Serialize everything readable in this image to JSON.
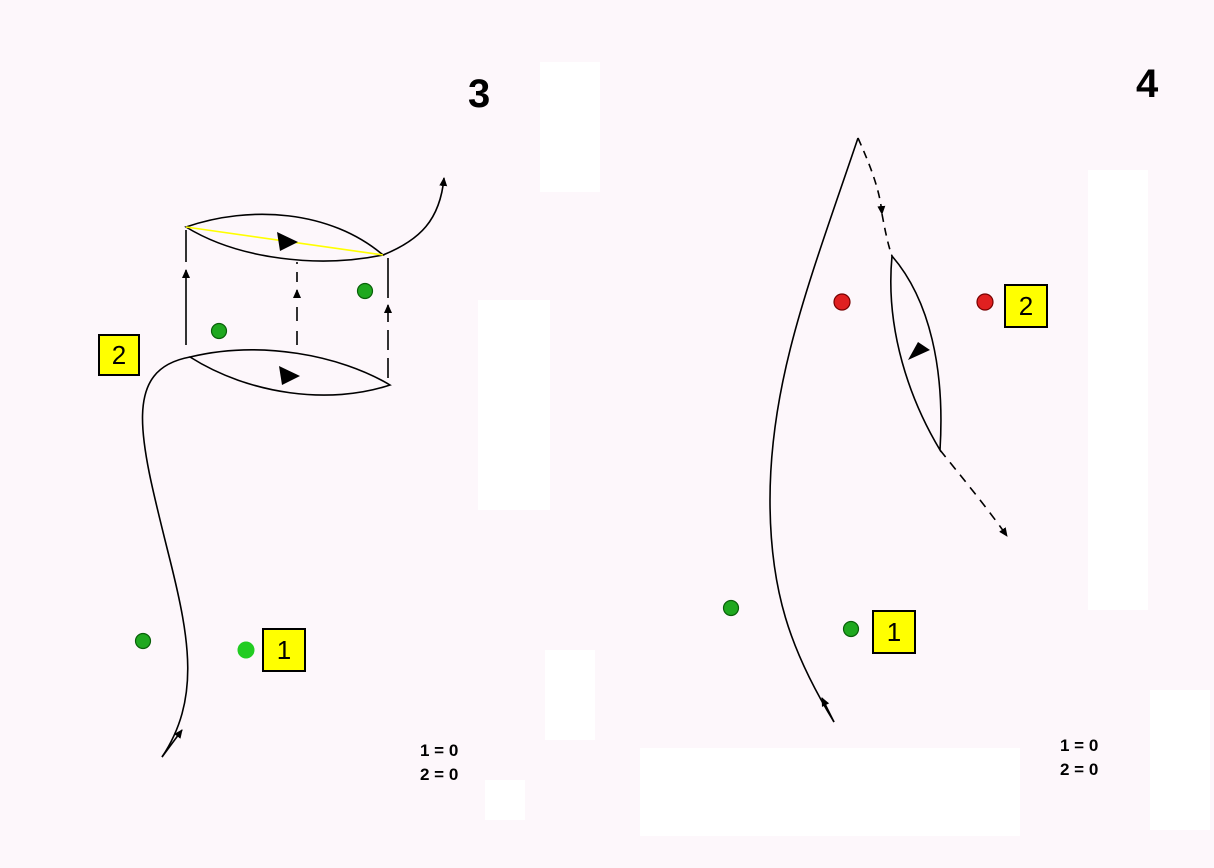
{
  "panels": [
    {
      "number": "3",
      "marks": [
        {
          "label": "2"
        },
        {
          "label": "1"
        }
      ],
      "score": [
        "1 = 0",
        "2 = 0"
      ]
    },
    {
      "number": "4",
      "marks": [
        {
          "label": "2"
        },
        {
          "label": "1"
        }
      ],
      "score": [
        "1 = 0",
        "2 = 0"
      ]
    }
  ],
  "colors": {
    "background": "#fdf7fb",
    "mark_fill": "#ffff00",
    "green_buoy": "#1fa81f",
    "red_buoy": "#e02020",
    "layline": "#ffff00"
  }
}
